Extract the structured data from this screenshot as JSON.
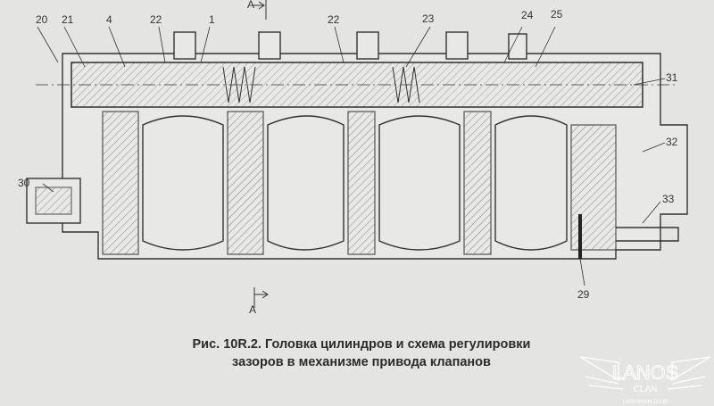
{
  "figure": {
    "caption_line1": "Рис. 10R.2. Головка цилиндров и схема регулировки",
    "caption_line2": "зазоров в механизме привода клапанов",
    "section_marker": "A",
    "callouts": [
      "20",
      "21",
      "4",
      "22",
      "1",
      "22",
      "23",
      "24",
      "25",
      "31",
      "32",
      "33",
      "29",
      "30"
    ]
  },
  "logo": {
    "title": "LANOS",
    "subtitle": "CLAN",
    "tagline": "UKRAINIAN CLUB"
  }
}
